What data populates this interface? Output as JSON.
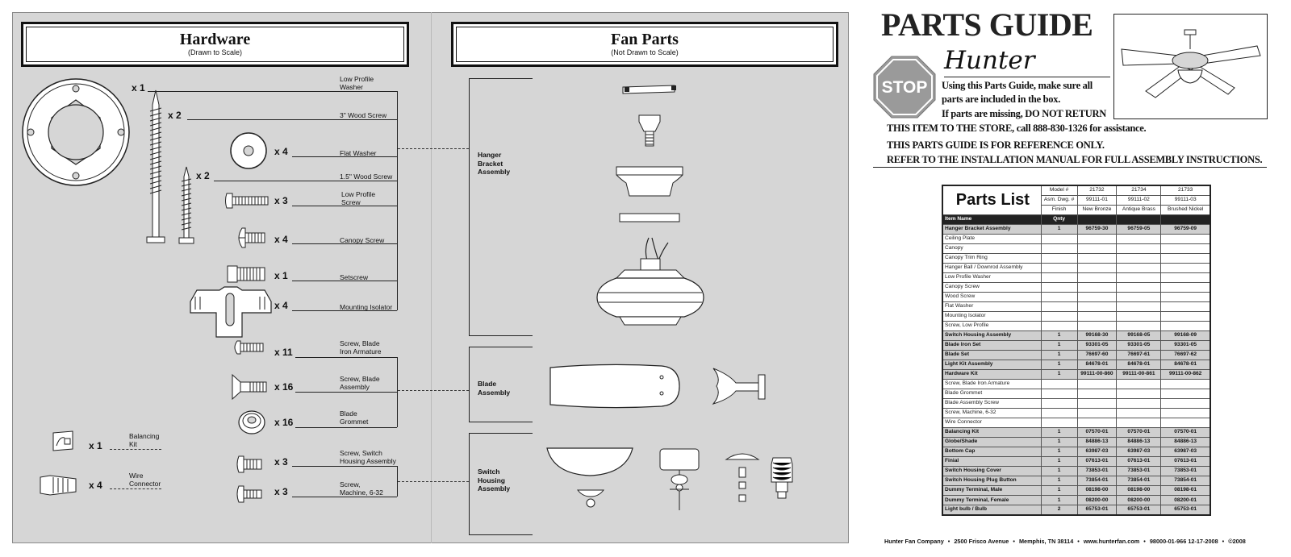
{
  "hardware": {
    "title": "Hardware",
    "subtitle": "(Drawn to Scale)"
  },
  "fan_parts": {
    "title": "Fan Parts",
    "subtitle": "(Not Drawn to Scale)"
  },
  "hw_items": [
    {
      "qty": "x 1",
      "label": "Low Profile\nWasher"
    },
    {
      "qty": "x 2",
      "label": "3\" Wood Screw"
    },
    {
      "qty": "x 4",
      "label": "Flat Washer"
    },
    {
      "qty": "x 2",
      "label": "1.5\" Wood Screw"
    },
    {
      "qty": "x 3",
      "label": "Low Profile\nScrew"
    },
    {
      "qty": "x 4",
      "label": "Canopy Screw"
    },
    {
      "qty": "x 1",
      "label": "Setscrew"
    },
    {
      "qty": "x 4",
      "label": "Mounting Isolator"
    },
    {
      "qty": "x 11",
      "label": "Screw, Blade\nIron Armature"
    },
    {
      "qty": "x 16",
      "label": "Screw, Blade\nAssembly"
    },
    {
      "qty": "x 16",
      "label": "Blade\nGrommet"
    },
    {
      "qty": "x 1",
      "label": "Balancing\nKit"
    },
    {
      "qty": "x 4",
      "label": "Wire\nConnector"
    },
    {
      "qty": "x 3",
      "label": "Screw, Switch\nHousing Assembly"
    },
    {
      "qty": "x 3",
      "label": "Screw,\nMachine, 6-32"
    }
  ],
  "sections": {
    "hanger": "Hanger\nBracket\nAssembly",
    "blade": "Blade\nAssembly",
    "switch": "Switch\nHousing\nAssembly"
  },
  "guide": {
    "title": "PARTS GUIDE",
    "brand": "Hunter",
    "stop": "STOP",
    "lines": [
      "Using this Parts Guide, make sure all",
      "parts are included in the box.",
      "If parts are missing, DO NOT RETURN",
      "THIS ITEM TO THE STORE, call 888-830-1326 for assistance.",
      "THIS PARTS GUIDE IS FOR REFERENCE ONLY.",
      "REFER TO THE INSTALLATION MANUAL FOR FULL ASSEMBLY INSTRUCTIONS."
    ]
  },
  "parts_list": {
    "title": "Parts List",
    "model_label": "Model #",
    "models": [
      "21732",
      "21734",
      "21733"
    ],
    "dwg_label": "Asm. Dwg. #",
    "dwgs": [
      "99111-01",
      "99111-02",
      "99111-03"
    ],
    "finish_label": "Finish",
    "finishes": [
      "New Bronze",
      "Antique Brass",
      "Brushed Nickel"
    ],
    "col_item": "Item Name",
    "col_qty": "Qnty",
    "rows": [
      {
        "name": "Hanger Bracket Assembly",
        "qty": "1",
        "p1": "96759-30",
        "p2": "96759-05",
        "p3": "96759-09",
        "group": true
      },
      {
        "name": "Ceiling Plate",
        "qty": "",
        "p1": "",
        "p2": "",
        "p3": "",
        "group": false
      },
      {
        "name": "Canopy",
        "qty": "",
        "p1": "",
        "p2": "",
        "p3": "",
        "group": false
      },
      {
        "name": "Canopy Trim Ring",
        "qty": "",
        "p1": "",
        "p2": "",
        "p3": "",
        "group": false
      },
      {
        "name": "Hanger Ball / Downrod Assembly",
        "qty": "",
        "p1": "",
        "p2": "",
        "p3": "",
        "group": false
      },
      {
        "name": "Low Profile Washer",
        "qty": "",
        "p1": "",
        "p2": "",
        "p3": "",
        "group": false
      },
      {
        "name": "Canopy Screw",
        "qty": "",
        "p1": "",
        "p2": "",
        "p3": "",
        "group": false
      },
      {
        "name": "Wood Screw",
        "qty": "",
        "p1": "",
        "p2": "",
        "p3": "",
        "group": false
      },
      {
        "name": "Flat Washer",
        "qty": "",
        "p1": "",
        "p2": "",
        "p3": "",
        "group": false
      },
      {
        "name": "Mounting Isolator",
        "qty": "",
        "p1": "",
        "p2": "",
        "p3": "",
        "group": false
      },
      {
        "name": "Screw, Low Profile",
        "qty": "",
        "p1": "",
        "p2": "",
        "p3": "",
        "group": false
      },
      {
        "name": "Switch Housing Assembly",
        "qty": "1",
        "p1": "99168-30",
        "p2": "99168-05",
        "p3": "99168-09",
        "group": true
      },
      {
        "name": "Blade Iron Set",
        "qty": "1",
        "p1": "93301-05",
        "p2": "93301-05",
        "p3": "93301-05",
        "group": true
      },
      {
        "name": "Blade Set",
        "qty": "1",
        "p1": "76697-60",
        "p2": "76697-61",
        "p3": "76697-62",
        "group": true
      },
      {
        "name": "Light Kit Assembly",
        "qty": "1",
        "p1": "84678-01",
        "p2": "84678-01",
        "p3": "84678-01",
        "group": true
      },
      {
        "name": "Hardware Kit",
        "qty": "1",
        "p1": "99111-00-860",
        "p2": "99111-00-861",
        "p3": "99111-00-862",
        "group": true
      },
      {
        "name": "Screw, Blade Iron Armature",
        "qty": "",
        "p1": "",
        "p2": "",
        "p3": "",
        "group": false
      },
      {
        "name": "Blade Grommet",
        "qty": "",
        "p1": "",
        "p2": "",
        "p3": "",
        "group": false
      },
      {
        "name": "Blade Assembly Screw",
        "qty": "",
        "p1": "",
        "p2": "",
        "p3": "",
        "group": false
      },
      {
        "name": "Screw, Machine, 6-32",
        "qty": "",
        "p1": "",
        "p2": "",
        "p3": "",
        "group": false
      },
      {
        "name": "Wire Connector",
        "qty": "",
        "p1": "",
        "p2": "",
        "p3": "",
        "group": false
      },
      {
        "name": "Balancing Kit",
        "qty": "1",
        "p1": "07570-01",
        "p2": "07570-01",
        "p3": "07570-01",
        "group": true
      },
      {
        "name": "Globe/Shade",
        "qty": "1",
        "p1": "84886-13",
        "p2": "84886-13",
        "p3": "84886-13",
        "group": true
      },
      {
        "name": "Bottom Cap",
        "qty": "1",
        "p1": "63987-03",
        "p2": "63987-03",
        "p3": "63987-03",
        "group": true
      },
      {
        "name": "Finial",
        "qty": "1",
        "p1": "07613-01",
        "p2": "07613-01",
        "p3": "07613-01",
        "group": true
      },
      {
        "name": "Switch Housing Cover",
        "qty": "1",
        "p1": "73853-01",
        "p2": "73853-01",
        "p3": "73853-01",
        "group": true
      },
      {
        "name": "Switch Housing Plug Button",
        "qty": "1",
        "p1": "73854-01",
        "p2": "73854-01",
        "p3": "73854-01",
        "group": true
      },
      {
        "name": "Dummy Terminal, Male",
        "qty": "1",
        "p1": "08198-00",
        "p2": "08198-00",
        "p3": "08198-01",
        "group": true
      },
      {
        "name": "Dummy Terminal, Female",
        "qty": "1",
        "p1": "08200-00",
        "p2": "08200-00",
        "p3": "08200-01",
        "group": true
      },
      {
        "name": "Light bulb / Bulb",
        "qty": "2",
        "p1": "65753-01",
        "p2": "65753-01",
        "p3": "65753-01",
        "group": true
      }
    ]
  },
  "footer": [
    "Hunter Fan Company",
    "•",
    "2500 Frisco Avenue",
    "•",
    "Memphis, TN 38114",
    "•",
    "www.hunterfan.com",
    "•",
    "98000-01-966  12-17-2008",
    "•",
    "©2008"
  ]
}
